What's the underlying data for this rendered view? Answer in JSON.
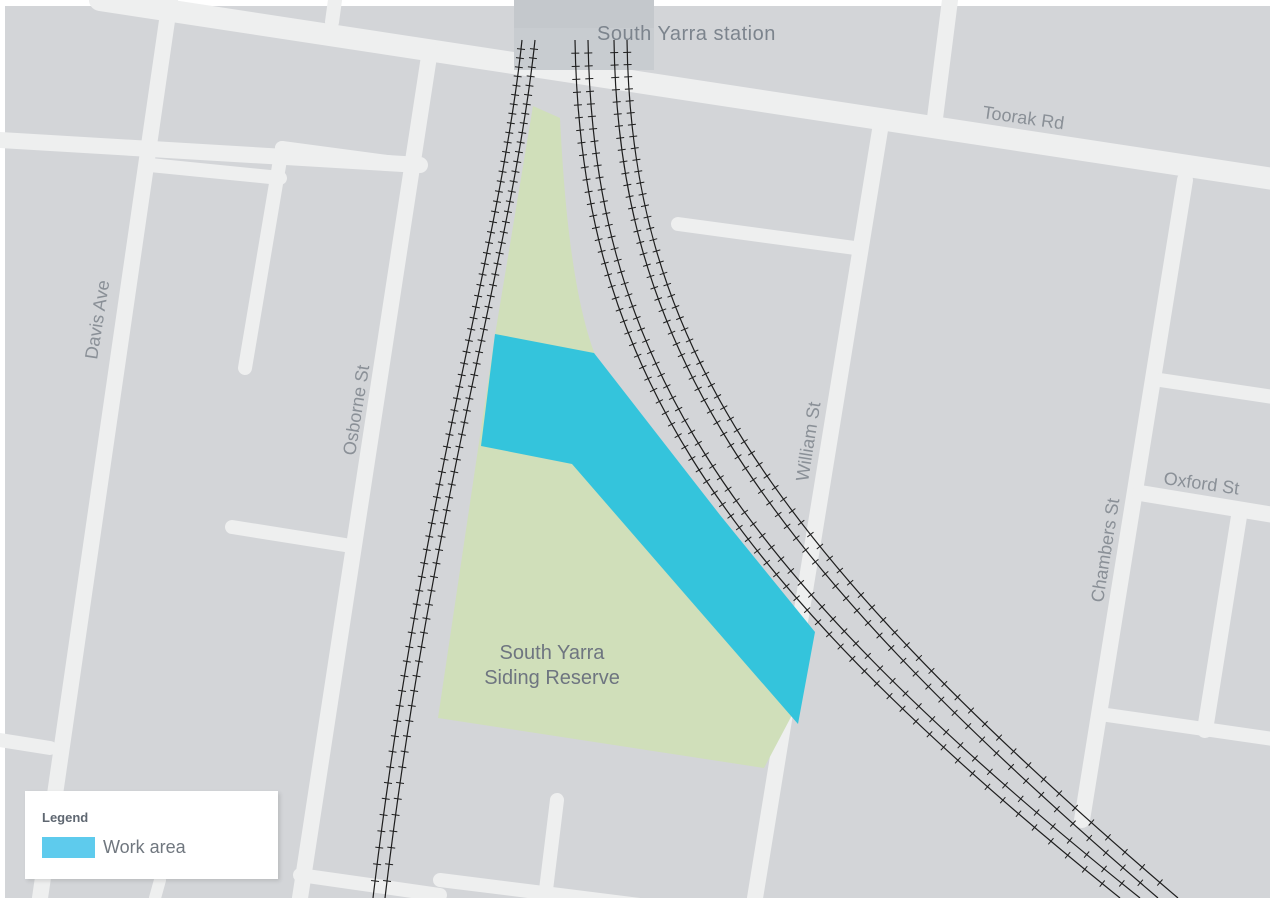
{
  "colors": {
    "block": "#d3d5d8",
    "road": "#eeefef",
    "reserve": "#d0dfba",
    "work_area": "#34c4dc",
    "work_area_legend": "#5ecbed",
    "track": "#1e1e1e"
  },
  "labels": {
    "station": "South Yarra station",
    "toorak_rd": "Toorak Rd",
    "davis_ave": "Davis Ave",
    "osborne_st": "Osborne St",
    "william_st": "William St",
    "chambers_st": "Chambers St",
    "oxford_st": "Oxford St",
    "reserve_line1": "South Yarra",
    "reserve_line2": "Siding Reserve"
  },
  "legend": {
    "title": "Legend",
    "items": [
      {
        "label": "Work area",
        "color": "#5ecbed",
        "icon": "work-area-swatch"
      }
    ]
  }
}
